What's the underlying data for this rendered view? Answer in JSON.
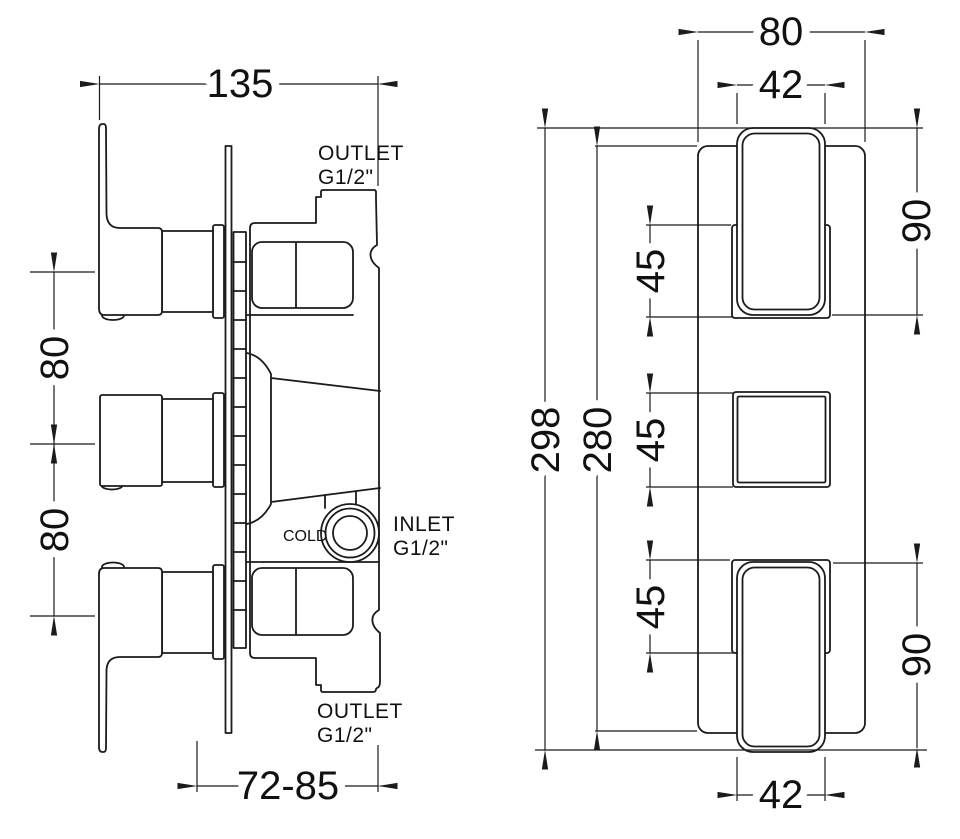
{
  "drawing": {
    "product": "triple-concealed-shower-valve-dimension-drawing",
    "units_implied": "mm",
    "side_view": {
      "depth_overall": "135",
      "port_spacing_upper": "80",
      "port_spacing_lower": "80",
      "installation_depth": "72-85",
      "outlet_top_line1": "OUTLET",
      "outlet_top_line2": "G1/2\"",
      "inlet_line1": "INLET",
      "inlet_line2": "G1/2\"",
      "outlet_bottom_line1": "OUTLET",
      "outlet_bottom_line2": "G1/2\"",
      "cold_label": "COLD"
    },
    "front_view": {
      "plate_width": "80",
      "handle_width_top": "42",
      "handle_height_top": "90",
      "cartridge_span_top": "45",
      "cartridge_span_middle": "45",
      "cartridge_span_bottom": "45",
      "handle_height_bottom": "90",
      "overall_height": "298",
      "plate_height": "280",
      "handle_width_bottom": "42"
    },
    "line_color": "#1b1b1b",
    "background_color": "#ffffff"
  }
}
